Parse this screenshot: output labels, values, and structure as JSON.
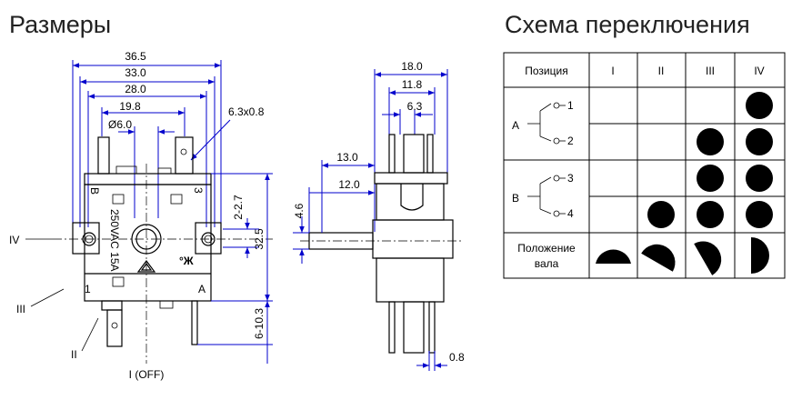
{
  "headings": {
    "dimensions": "Размеры",
    "scheme": "Схема переключения"
  },
  "front_view": {
    "width_36_5": "36.5",
    "width_33_0": "33.0",
    "width_28_0": "28.0",
    "width_19_8": "19.8",
    "shaft_dia": "Ø6.0",
    "terminal_size": "6.3x0.8",
    "slot": "2-2.7",
    "height": "32.5",
    "terminal_len": "6-10.3",
    "marking_b": "B",
    "marking_3": "3",
    "marking_1": "1",
    "marking_a": "A",
    "rating": "250VAC 15A",
    "pos_iv": "IV",
    "pos_iii": "III",
    "pos_ii": "II",
    "pos_off": "I (OFF)"
  },
  "side_view": {
    "width_18_0": "18.0",
    "width_11_8": "11.8",
    "width_6_3": "6.3",
    "len_13_0": "13.0",
    "len_12_0": "12.0",
    "dia_4_6": "4.6",
    "thick_0_8": "0.8"
  },
  "table": {
    "header_label": "Позиция",
    "positions": [
      "I",
      "II",
      "III",
      "IV"
    ],
    "group_a": "A",
    "group_b": "B",
    "contacts": [
      "1",
      "2",
      "3",
      "4"
    ],
    "shaft_label_1": "Положение",
    "shaft_label_2": "вала",
    "closed": [
      [
        false,
        false,
        false,
        true
      ],
      [
        false,
        false,
        true,
        true
      ],
      [
        false,
        false,
        true,
        true
      ],
      [
        false,
        true,
        true,
        true
      ]
    ]
  }
}
